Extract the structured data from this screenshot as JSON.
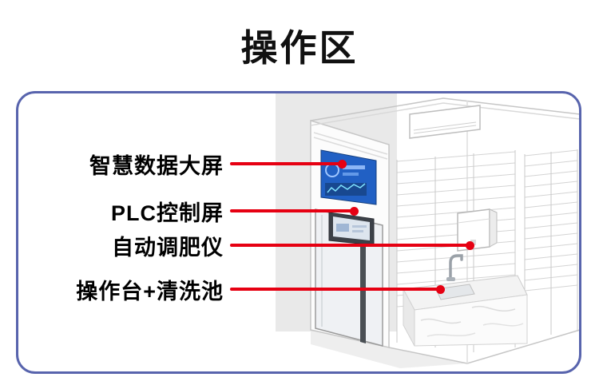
{
  "page": {
    "title": "操作区"
  },
  "colors": {
    "accent_red": "#e60012",
    "card_border": "#5864ad",
    "title_color": "#111111",
    "screen_blue": "#2160c4"
  },
  "callouts": [
    {
      "label": "智慧数据大屏",
      "target": "data-screen"
    },
    {
      "label": "PLC控制屏",
      "target": "plc-panel"
    },
    {
      "label": "自动调肥仪",
      "target": "fertilizer-unit"
    },
    {
      "label": "操作台+清洗池",
      "target": "sink-counter"
    }
  ],
  "illustration": {
    "parts": [
      "ac-unit",
      "shelving-racks",
      "data-screen",
      "plc-panel",
      "fertilizer-unit",
      "glass-door",
      "sink-counter"
    ]
  }
}
